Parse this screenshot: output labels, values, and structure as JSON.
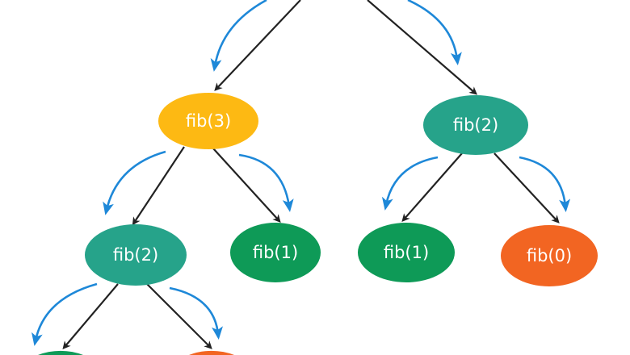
{
  "title": "Fibonacci recursion tree",
  "colors": {
    "yellow": "#FDB913",
    "teal": "#26A38A",
    "green": "#0E9A57",
    "orange": "#F26522",
    "edge": "#222222",
    "call_arrow": "#1E88D8"
  },
  "nodes": {
    "fib3": "fib(3)",
    "fib2_right": "fib(2)",
    "fib2_left": "fib(2)",
    "fib1_mid": "fib(1)",
    "fib1_right": "fib(1)",
    "fib0_right": "fib(0)"
  }
}
